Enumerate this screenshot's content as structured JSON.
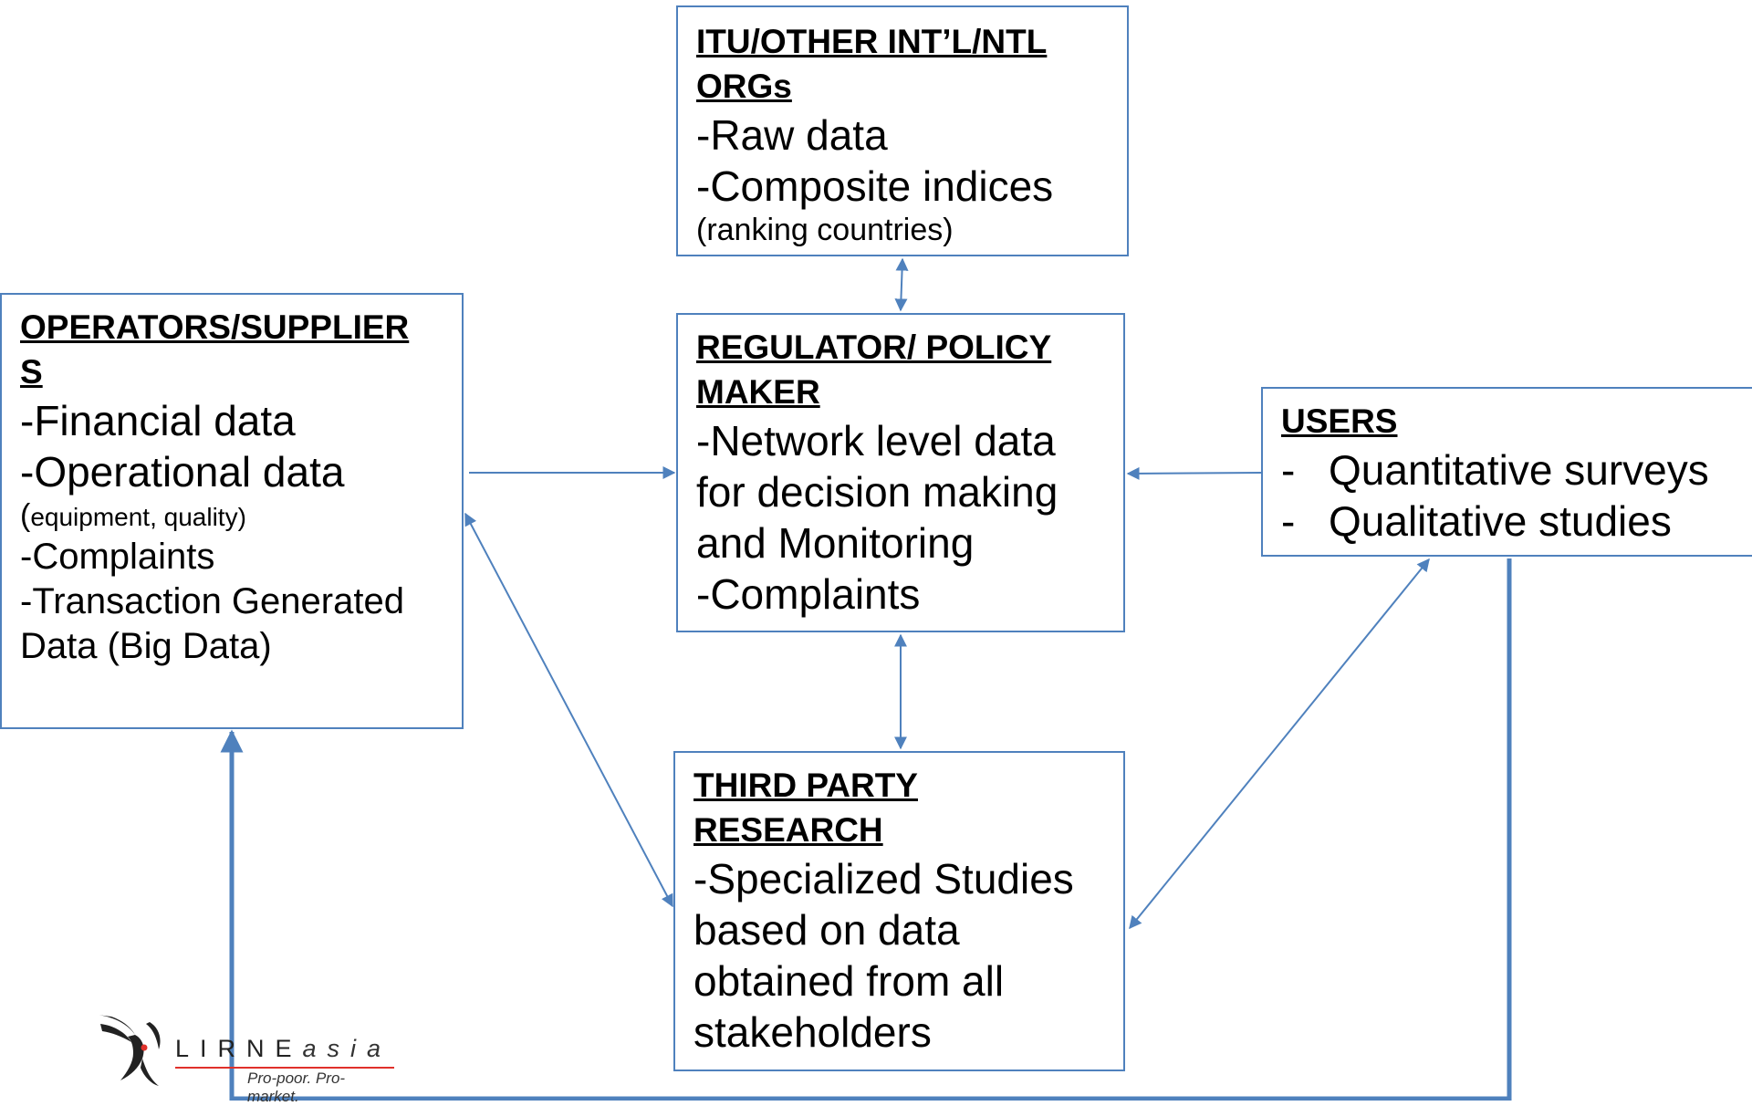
{
  "colors": {
    "accent": "#4f81bd",
    "logo_red": "#e0312b"
  },
  "boxes": {
    "itu": {
      "title": "ITU/OTHER INT’L/NTL\nORGs",
      "items": [
        "-Raw data",
        "-Composite indices"
      ],
      "note": "(ranking countries)"
    },
    "operators": {
      "title": "OPERATORS/SUPPLIER\nS",
      "item1": "-Financial data",
      "item2": "-Operational data",
      "note_open": "(",
      "note": "equipment, quality)",
      "item3": "-Complaints",
      "item4": "-Transaction Generated\nData (Big Data)"
    },
    "regulator": {
      "title": "REGULATOR/ POLICY\nMAKER",
      "item1": "-Network level data\nfor decision making\nand Monitoring",
      "item2": "-Complaints"
    },
    "users": {
      "title": "USERS",
      "bullet": "-",
      "items": [
        "Quantitative surveys",
        "Qualitative studies"
      ]
    },
    "third_party": {
      "title": "THIRD PARTY\nRESEARCH",
      "item1": "-Specialized Studies\nbased on data\nobtained from all\nstakeholders"
    }
  },
  "logo": {
    "brand_main": "LIRNE",
    "brand_asia": "asia",
    "tagline": "Pro-poor. Pro-market.",
    "icon": "bird-logo-icon"
  },
  "connections": [
    {
      "from": "itu",
      "to": "regulator",
      "type": "bidirectional"
    },
    {
      "from": "operators",
      "to": "regulator",
      "type": "directed"
    },
    {
      "from": "users",
      "to": "regulator",
      "type": "directed"
    },
    {
      "from": "regulator",
      "to": "third_party",
      "type": "bidirectional"
    },
    {
      "from": "operators",
      "to": "third_party",
      "type": "bidirectional"
    },
    {
      "from": "users",
      "to": "third_party",
      "type": "bidirectional"
    },
    {
      "from": "users",
      "to": "operators",
      "type": "directed"
    }
  ]
}
